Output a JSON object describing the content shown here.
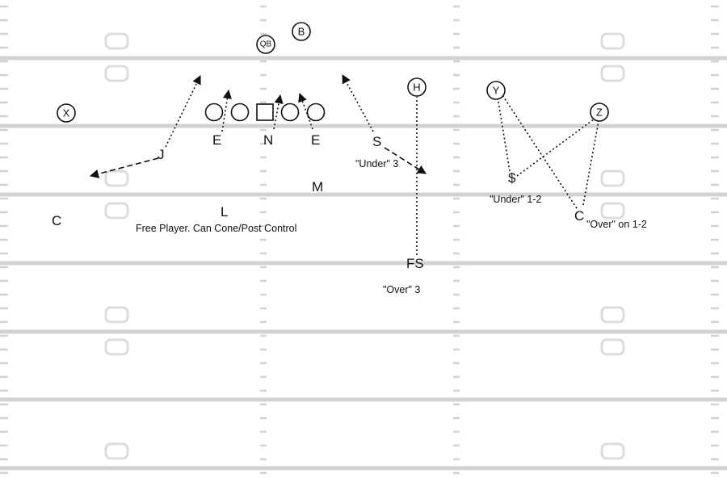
{
  "offense": {
    "x": "X",
    "y": "Y",
    "z": "Z",
    "h": "H",
    "qb": "QB",
    "b": "B"
  },
  "defense": {
    "end_left": "E",
    "nose": "N",
    "end_right": "E",
    "jack": "J",
    "sam": "S",
    "mike": "M",
    "lb": "L",
    "corner_left": "C",
    "corner_right": "C",
    "free_safety": "FS",
    "strong_safety": "$"
  },
  "notes": {
    "under3": "\"Under\" 3",
    "over3": "\"Over\" 3",
    "under12": "\"Under\" 1-2",
    "over12": "\"Over\" on 1-2",
    "free_player": "Free Player. Can Cone/Post Control"
  },
  "colors": {
    "field_line": "#d2d2d2",
    "ink": "#111111"
  }
}
